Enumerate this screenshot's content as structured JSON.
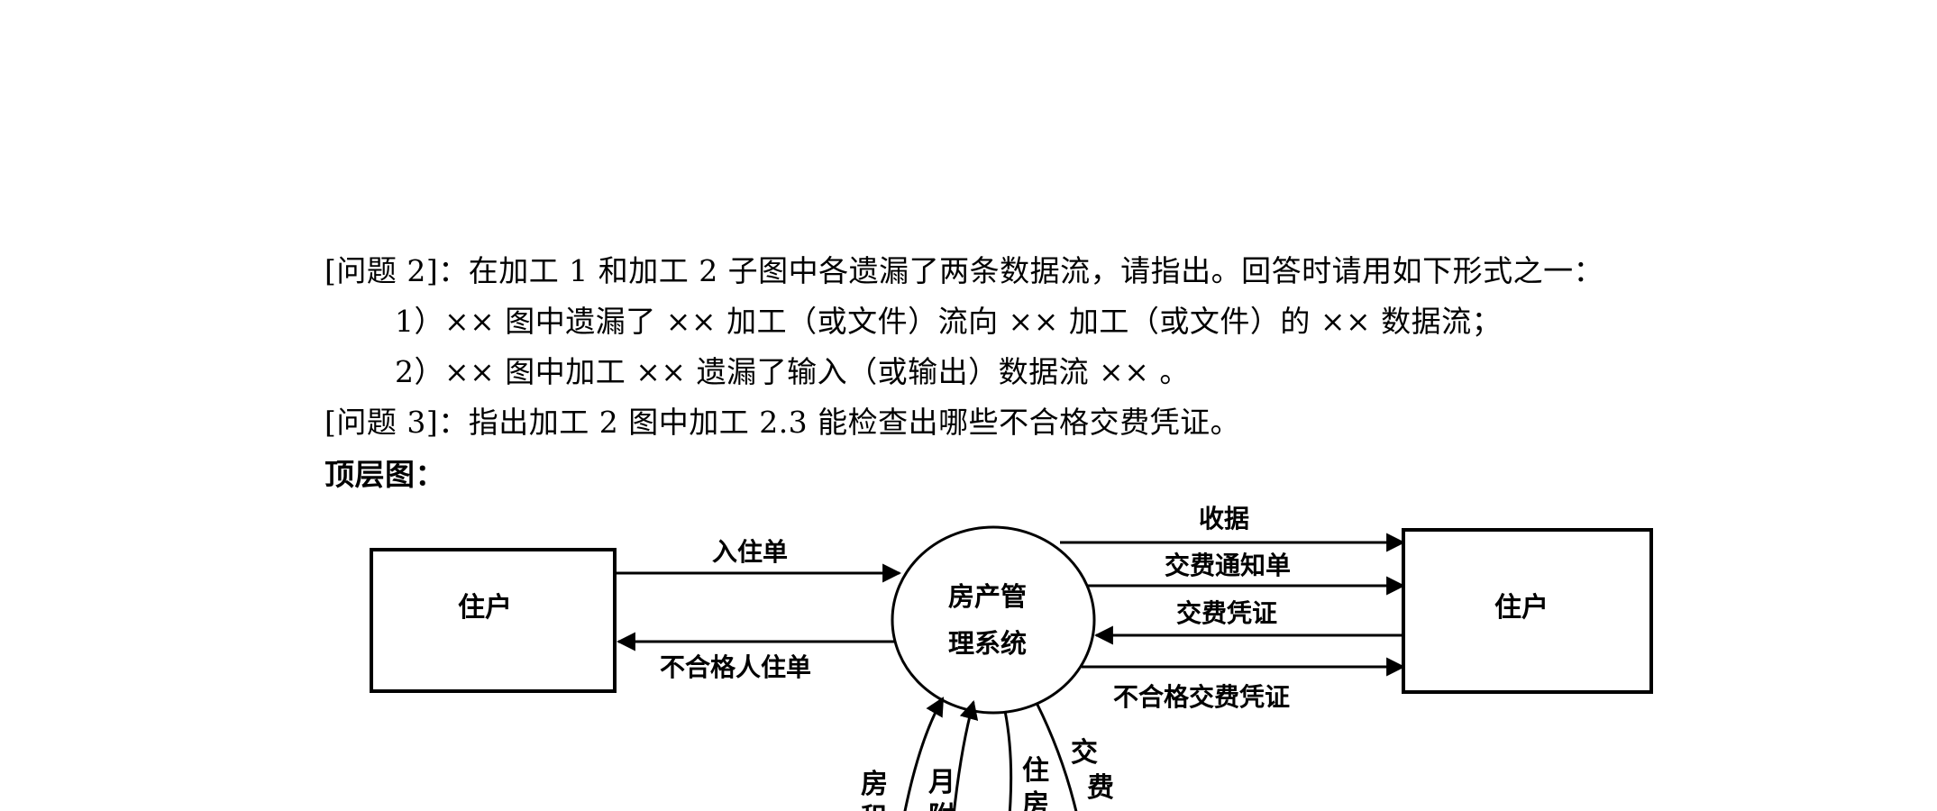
{
  "text": {
    "q2": "[问题 2]：在加工 1 和加工 2 子图中各遗漏了两条数据流，请指出。回答时请用如下形式之一：",
    "opt1": "1）×× 图中遗漏了 ×× 加工（或文件）流向 ×× 加工（或文件）的 ×× 数据流；",
    "opt2": "2）×× 图中加工 ×× 遗漏了输入（或输出）数据流 ×× 。",
    "q3": "[问题 3]：指出加工 2 图中加工 2.3 能检查出哪些不合格交费凭证。",
    "diagram_title": "顶层图："
  },
  "diagram": {
    "left_entity": "住户",
    "right_entity": "住户",
    "process_line1": "房产管",
    "process_line2": "理系统",
    "flows": {
      "left_in": "入住单",
      "left_out": "不合格人住单",
      "receipt": "收据",
      "notice": "交费通知单",
      "voucher": "交费凭证",
      "bad_voucher": "不合格交费凭证"
    },
    "bottom_labels": {
      "a1": "房",
      "a2": "租",
      "b1": "月",
      "b2": "附",
      "c1": "住",
      "c2": "房",
      "d1": "交",
      "d2": "费"
    }
  }
}
